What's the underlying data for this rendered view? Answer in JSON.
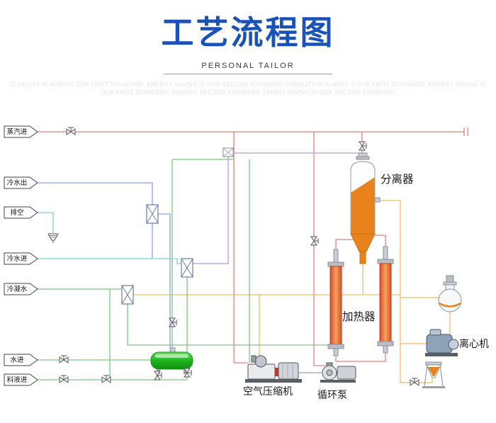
{
  "header": {
    "title": "工艺流程图",
    "subtitle": "PERSONAL TAILOR",
    "watermark_line1": "STABILITY IS ALWAYS OUR FIRST STANDARD, ENERGY SAVING IS OUR SECOND STANDARD STABILITY IS ALWAYS S OUR FIRST STANDARD, ENERGY SAVING IS",
    "watermark_line2": "OUR FIRST STANDARD, ENERGY SECOND STANDARD STABILI SAVING IS OUR SECOND STANDARD"
  },
  "diagram": {
    "streams": [
      {
        "id": "steam-in",
        "label": "蒸汽进"
      },
      {
        "id": "cooling-water-out",
        "label": "冷水出"
      },
      {
        "id": "vent",
        "label": "排空"
      },
      {
        "id": "cooling-water-in",
        "label": "冷水进"
      },
      {
        "id": "condensate",
        "label": "冷凝水"
      },
      {
        "id": "water-in",
        "label": "水进"
      },
      {
        "id": "feed-in",
        "label": "料液进"
      }
    ],
    "equipment": {
      "separator": "分离器",
      "heater": "加热器",
      "centrifuge": "离心机",
      "air_compressor": "空气压缩机",
      "circulation_pump": "循环泵"
    },
    "colors": {
      "title_blue": "#1a53b8",
      "steam_red": "#e88080",
      "water_green": "#7cc87c",
      "cooling_blue": "#8ba0e8",
      "vent_cyan": "#7fd2d8",
      "product_orange": "#f0bc6a",
      "vapor_purple": "#b79ad8",
      "separator_orange": "#e8831c",
      "heater_red": "#d94a2e",
      "tank_green": "#22bb22"
    }
  }
}
